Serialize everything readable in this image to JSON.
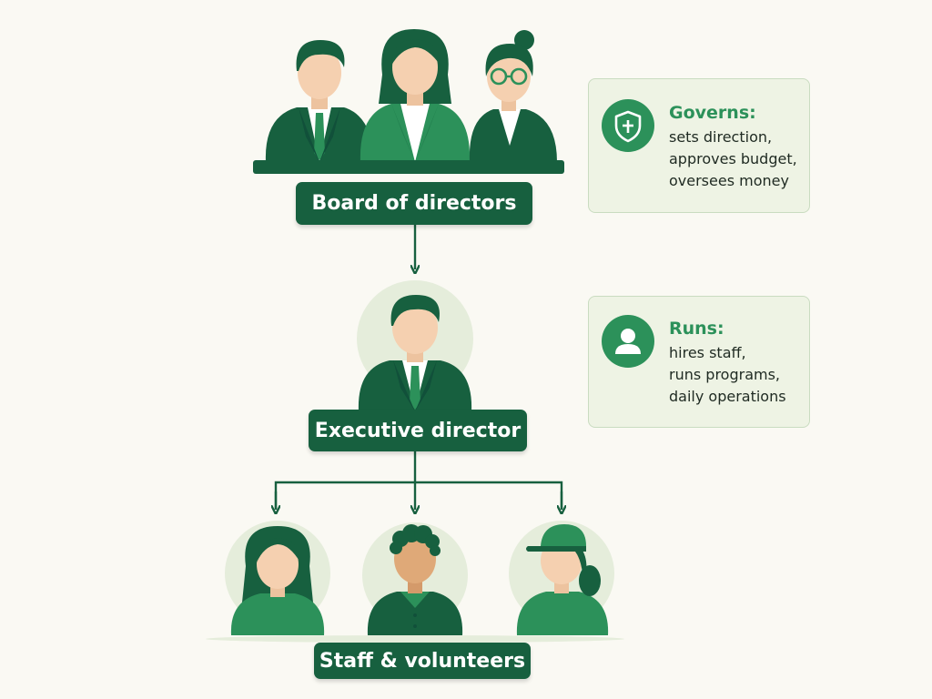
{
  "colors": {
    "background": "#faf9f3",
    "dark_green": "#17603f",
    "medium_green": "#2c915a",
    "light_green": "#5db877",
    "card_bg": "#eef3e4",
    "skin": "#f5d0b0",
    "skin_tan": "#dfa978"
  },
  "board": {
    "label": "Board of directors",
    "people": [
      "man-suit-icon",
      "woman-suit-icon",
      "woman-glasses-icon"
    ]
  },
  "executive": {
    "label": "Executive director",
    "person": "man-suit-icon"
  },
  "staff": {
    "label": "Staff & volunteers",
    "people": [
      "woman-long-hair-icon",
      "man-curly-hair-icon",
      "woman-cap-icon"
    ]
  },
  "governs_card": {
    "icon": "shield-cross-icon",
    "title": "Governs:",
    "lines": [
      "sets direction,",
      "approves budget,",
      "oversees money"
    ]
  },
  "runs_card": {
    "icon": "person-icon",
    "title": "Runs:",
    "lines": [
      "hires staff,",
      "runs programs,",
      "daily operations"
    ]
  }
}
